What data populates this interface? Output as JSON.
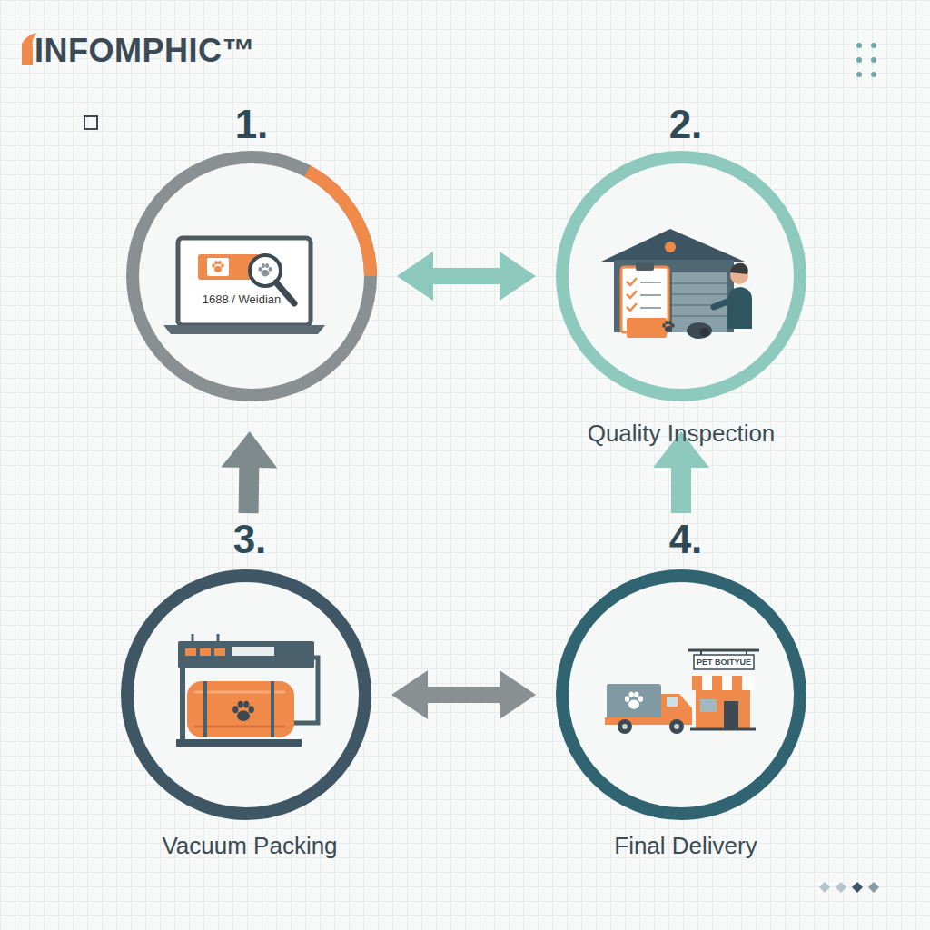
{
  "diagram": {
    "nodes": [
      {
        "text": [
          "1.",
          "1688 / Weidian"
        ]
      },
      {
        "text": [
          "2.",
          "Quality Inspection"
        ]
      },
      {
        "text": [
          "3.",
          "Vacuum Packing"
        ]
      },
      {
        "text": [
          "4.",
          "Final Delivery",
          "PET BOITYUE"
        ]
      }
    ],
    "edges": [
      {
        "from": 0,
        "to": 1,
        "arrow": "both"
      },
      {
        "from": 2,
        "to": 3,
        "arrow": "both"
      },
      {
        "from": 2,
        "to": 0,
        "arrow": "to"
      },
      {
        "from": 3,
        "to": 1,
        "arrow": "to"
      }
    ],
    "labels": [
      "INFOMPHIC™"
    ]
  }
}
